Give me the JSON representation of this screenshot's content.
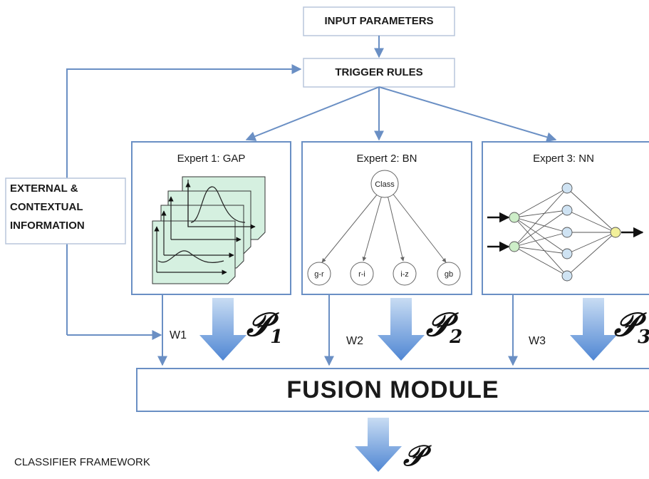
{
  "input_box": {
    "label": "INPUT PARAMETERS"
  },
  "trigger_box": {
    "label": "TRIGGER RULES"
  },
  "external_box": {
    "lines": [
      "EXTERNAL &",
      "CONTEXTUAL",
      "INFORMATION"
    ]
  },
  "experts": [
    {
      "title": "Expert 1: GAP",
      "weight": "W1",
      "prob_symbol": "𝒫",
      "prob_sub": "1"
    },
    {
      "title": "Expert 2: BN",
      "weight": "W2",
      "prob_symbol": "𝒫",
      "prob_sub": "2",
      "bn": {
        "root": "Class",
        "leaves": [
          "g-r",
          "r-i",
          "i-z",
          "gb"
        ]
      }
    },
    {
      "title": "Expert 3: NN",
      "weight": "W3",
      "prob_symbol": "𝒫",
      "prob_sub": "3"
    }
  ],
  "fusion": {
    "label": "FUSION MODULE"
  },
  "output": {
    "prob_symbol": "𝒫"
  },
  "footer": {
    "label": "CLASSIFIER FRAMEWORK"
  },
  "colors": {
    "line": "#6a8fc4",
    "arrow_fill": "#5b8fd6",
    "arrow_light": "#c8dcf3",
    "gap_fill": "#d5f0e0",
    "nn_node": "#cfe3f3",
    "nn_in": "#cdeec8",
    "nn_out": "#f2f09a"
  }
}
